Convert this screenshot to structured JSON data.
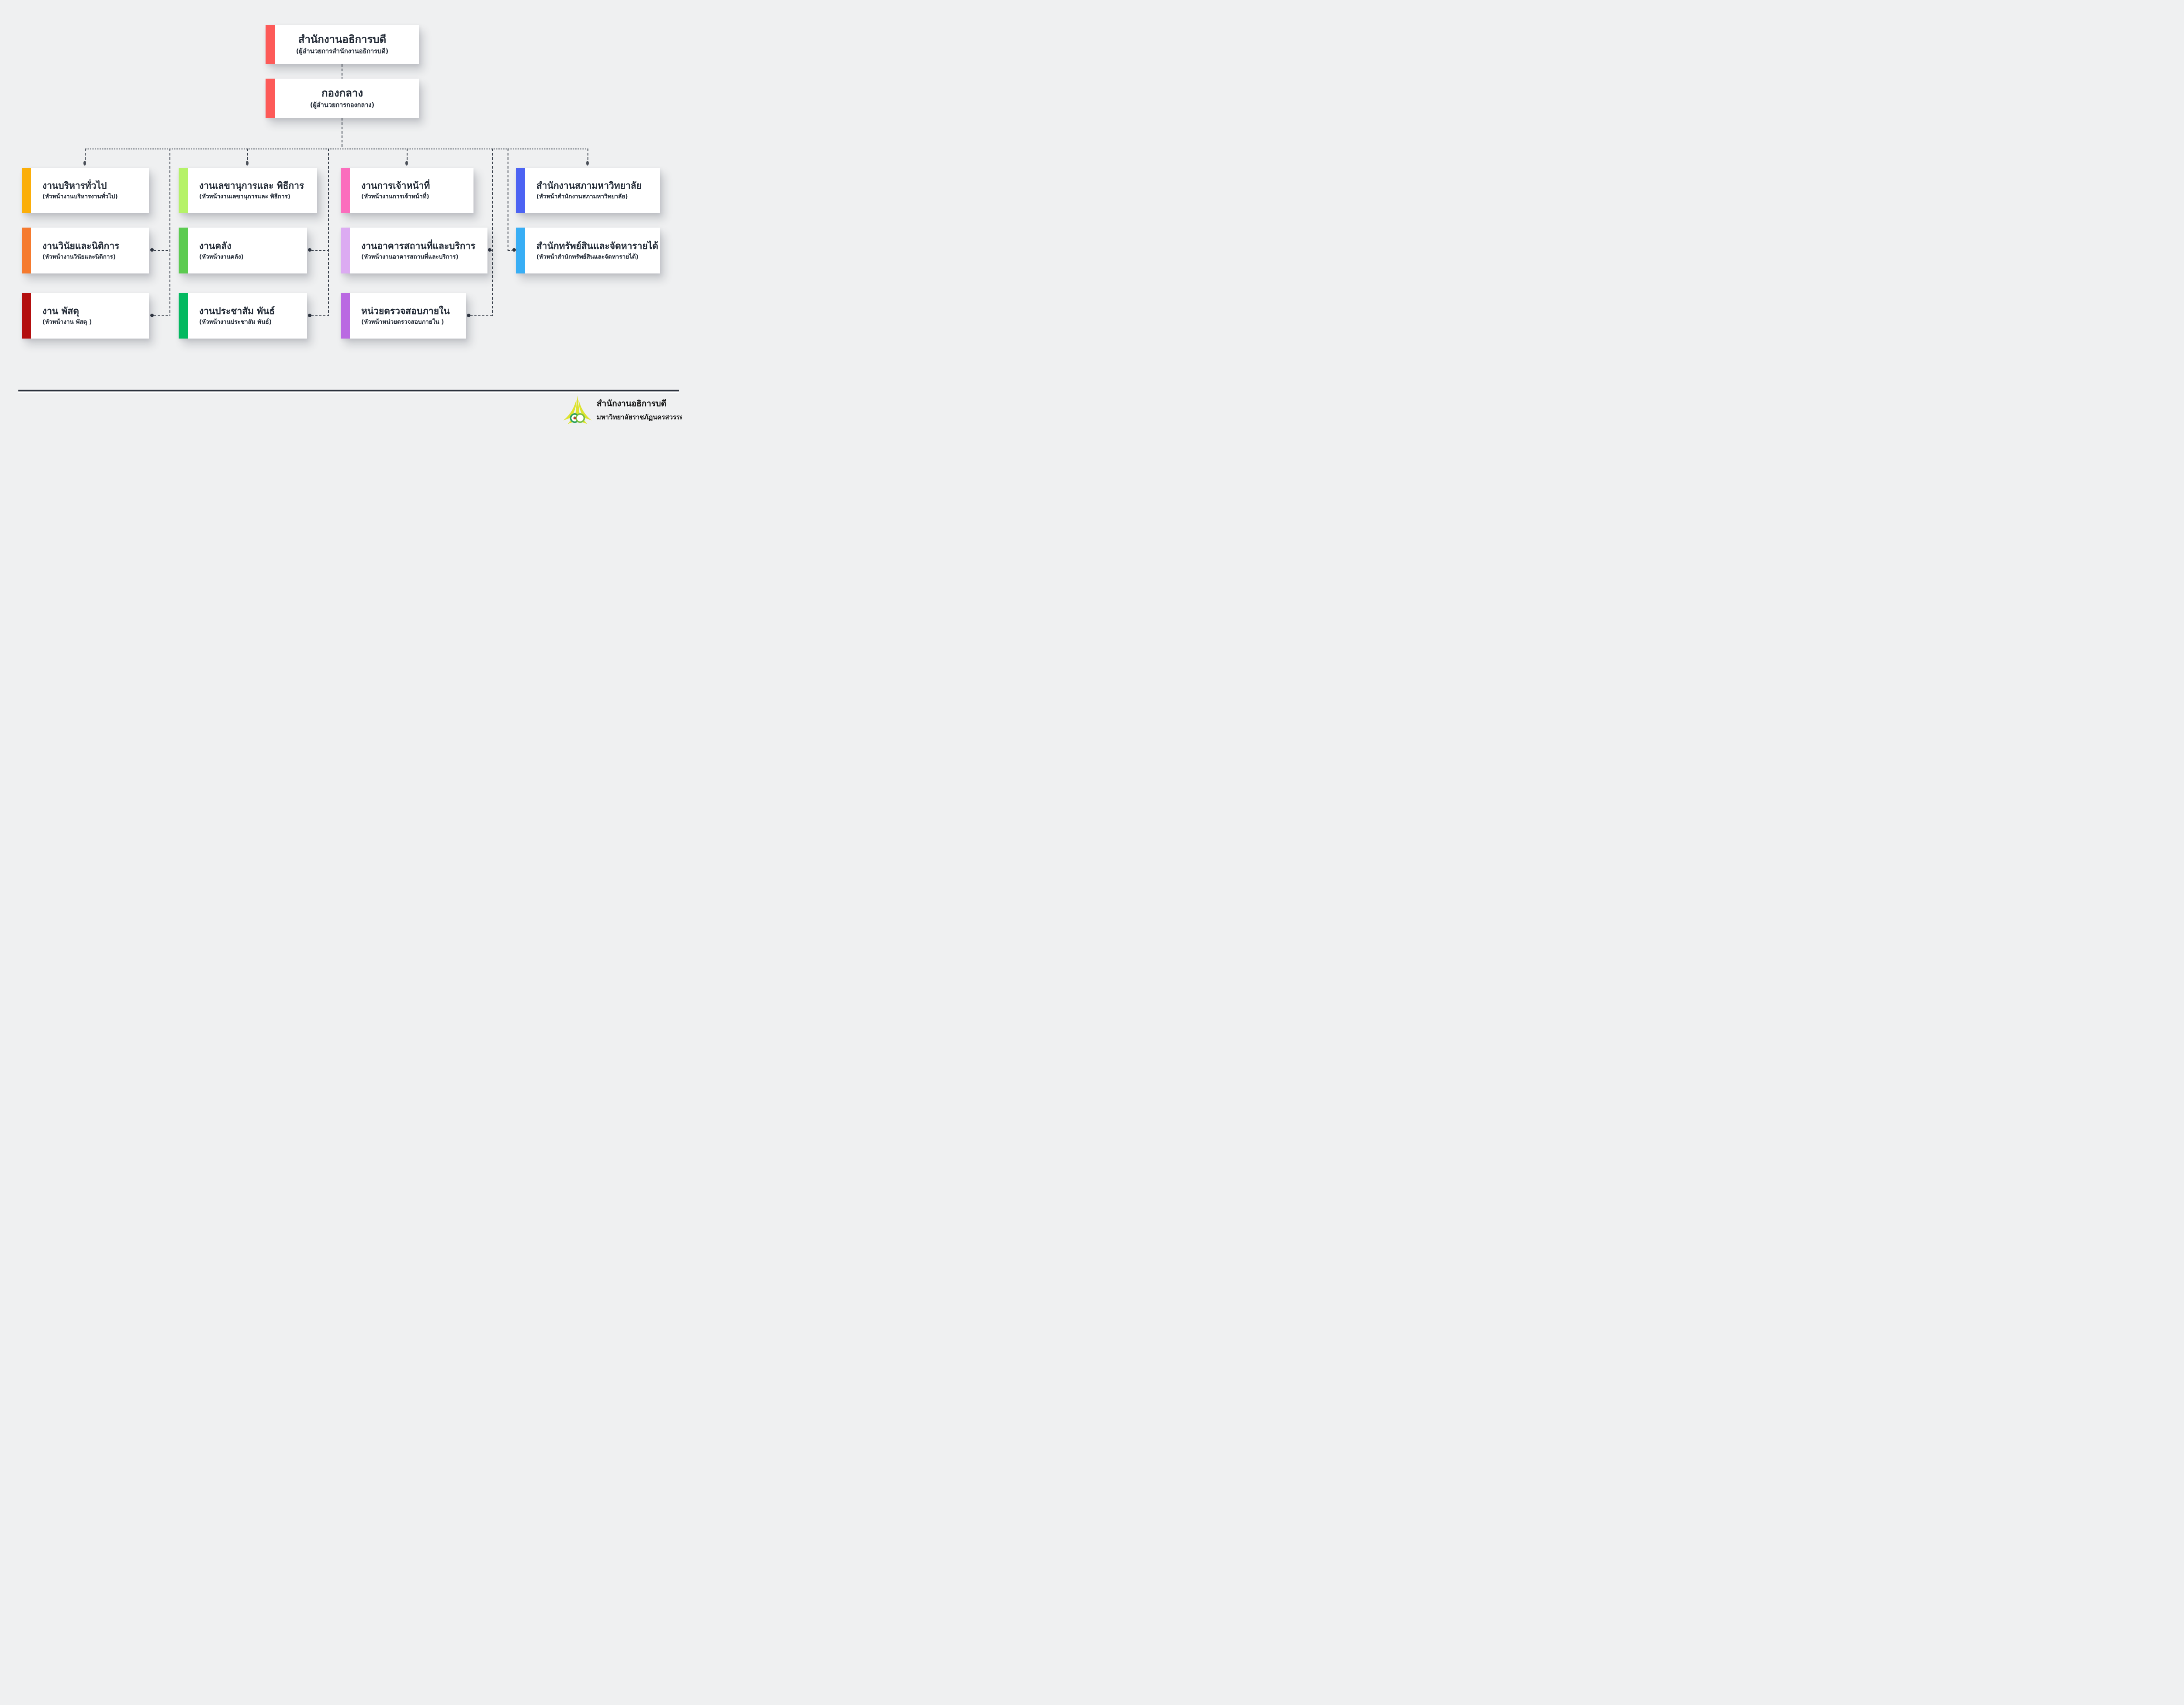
{
  "org": {
    "root": {
      "title": "สำนักงานอธิการบดี",
      "subtitle": "(ผู้อำนวยการสำนักงานอธิการบดี)",
      "accent": "#fd5a58"
    },
    "division": {
      "title": "กองกลาง",
      "subtitle": "(ผู้อำนวยการกองกลาง)",
      "accent": "#fd5a58"
    },
    "units": [
      {
        "title": "งานบริหารทั่วไป",
        "subtitle": "(หัวหน้างานบริหารงานทั่วไป)",
        "accent": "#fbae09"
      },
      {
        "title": "งานวินัยและนิติการ",
        "subtitle": "(หัวหน้างานวินัยและนิติการ)",
        "accent": "#f57a2e"
      },
      {
        "title": "งาน พัสดุ",
        "subtitle": "(หัวหน้างาน พัสดุ )",
        "accent": "#b30e0e"
      },
      {
        "title": "งานเลขานุการและ พิธีการ",
        "subtitle": "(หัวหน้างานเลขานุการและ พิธีการ)",
        "accent": "#b5f268"
      },
      {
        "title": "งานคลัง",
        "subtitle": "(หัวหน้างานคลัง)",
        "accent": "#5ccb50"
      },
      {
        "title": "งานประชาสัม พันธ์",
        "subtitle": "(หัวหน้างานประชาสัม พันธ์)",
        "accent": "#03b960"
      },
      {
        "title": "งานการเจ้าหน้าที่",
        "subtitle": "(หัวหน้างานการเจ้าหน้าที่)",
        "accent": "#fb6dbd"
      },
      {
        "title": "งานอาคารสถานที่และบริการ",
        "subtitle": "(หัวหน้างานอาคารสถานที่และบริการ)",
        "accent": "#dcabf2"
      },
      {
        "title": "หน่วยตรวจสอบภายใน",
        "subtitle": "(หัวหน้าหน่วยตรวจสอบภายใน )",
        "accent": "#ba69e2"
      },
      {
        "title": "สำนักงานสภามหาวิทยาลัย",
        "subtitle": "(หัวหน้าสำนักงานสภามหาวิทยาลัย)",
        "accent": "#4c63f3"
      },
      {
        "title": "สำนักทรัพย์สินและจัดหารายได้",
        "subtitle": "(หัวหน้าสำนักทรัพย์สินและจัดหารายได้)",
        "accent": "#38aef5"
      }
    ]
  },
  "footer": {
    "org_name": "สำนักงานอธิการบดี",
    "university": "มหาวิทยาลัยราชภัฏนครสวรรค์"
  },
  "colors": {
    "background": "#eff0f1",
    "box": "#ffffff",
    "text": "#222a36",
    "connector": "#39404b",
    "footer_line": "#2b313c",
    "footer_text": "#141414",
    "logo_yellow": "#dde32f",
    "logo_green": "#2ca05a"
  }
}
